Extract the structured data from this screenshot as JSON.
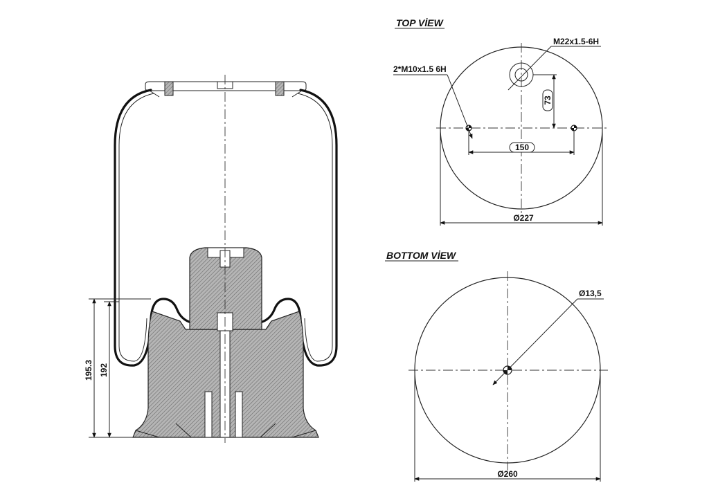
{
  "views": {
    "top": {
      "title": "TOP VİEW",
      "thread_center": "M22x1.5-6H",
      "thread_side": "2*M10x1.5 6H",
      "offset": "73",
      "spacing": "150",
      "diameter": "Ø227"
    },
    "bottom": {
      "title": "BOTTOM VİEW",
      "hole": "Ø13,5",
      "diameter": "Ø260"
    },
    "side": {
      "height_overall": "195.3",
      "height_piston": "192"
    }
  },
  "colors": {
    "line": "#222222",
    "hatch_fill": "#9a9a9a",
    "background": "#ffffff"
  }
}
